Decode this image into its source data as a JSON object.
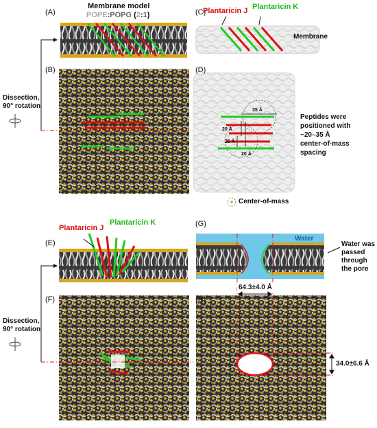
{
  "panels": {
    "A": "(A)",
    "B": "(B)",
    "C": "(C)",
    "D": "(D)",
    "E": "(E)",
    "F": "(F)",
    "G": "(G)",
    "H": "(H)"
  },
  "legend": {
    "title": "Membrane model",
    "pope": "POPE",
    "colon1": ":",
    "popg": "POPG",
    "ratio_open": " (",
    "ratio_2": "2",
    "ratio_colon": ":",
    "ratio_1": "1",
    "ratio_close": ")"
  },
  "dissection": {
    "top": {
      "line1": "Dissection,",
      "line2": "90° rotation"
    },
    "bottom": {
      "line1": "Dissection,",
      "line2": "90° rotation"
    }
  },
  "labels": {
    "plantaricin_j_c": "Plantaricin J",
    "plantaricin_k_c": "Plantaricin K",
    "membrane": "Membrane",
    "plantaricin_j_e": "Plantaricin J",
    "plantaricin_k_e": "Plantaricin K",
    "water": "Water"
  },
  "annotations": {
    "peptides_note": [
      "Peptides were",
      "positioned with",
      "~20–35 Å",
      "center-of-mass",
      "spacing"
    ],
    "water_note": [
      "Water was",
      "passed",
      "through",
      "the pore"
    ],
    "center_of_mass": "Center-of-mass"
  },
  "measurements": {
    "d35": "35 Å",
    "d20a": "20 Å",
    "d25": "25 Å",
    "d20b": "20 Å",
    "pore_width": "64.3±4.0 Å",
    "pore_height": "34.0±6.6 Å"
  },
  "colors": {
    "lipid_gold": "#d9a520",
    "lipid_tail": "#bdbdbd",
    "plantaricin_j": "#dd1111",
    "plantaricin_k": "#22cc22",
    "water": "#6fc8e8",
    "dash_red": "#e0141e"
  }
}
